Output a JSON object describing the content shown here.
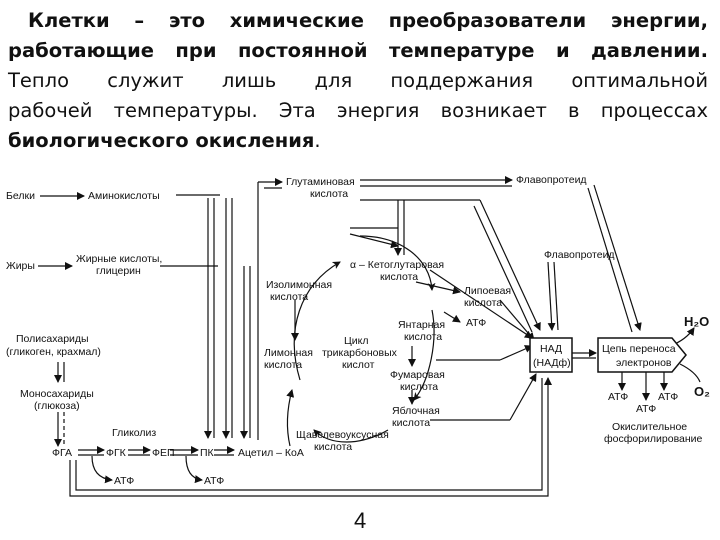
{
  "paragraph": {
    "line1": "Клетки – это химические преобразователи энергии,",
    "line2": "работающие при постоянной температуре и давлении.",
    "line3": "Тепло служит лишь для поддержания оптимальной",
    "line4": "рабочей температуры. Эта энергия возникает в процессах",
    "line5a": "биологического окисления",
    "line5b": "."
  },
  "diagram": {
    "belki": "Белки",
    "aminokisloty": "Аминокислоты",
    "zhiry": "Жиры",
    "zhirnye1": "Жирные кислоты,",
    "zhirnye2": "глицерин",
    "polisaharidy1": "Полисахариды",
    "polisaharidy2": "(гликоген, крахмал)",
    "monosaharidy1": "Моносахариды",
    "monosaharidy2": "(глюкоза)",
    "glikoliz": "Гликолиз",
    "fga": "ФГА",
    "fgk": "ФГК",
    "fep": "ФЕП",
    "pk": "ПК",
    "acetil": "Ацетил – КоА",
    "atf": "АТФ",
    "glutamin1": "Глутаминовая",
    "glutamin2": "кислота",
    "flavo1": "Флавопротеид",
    "flavo2": "Флавопротеид",
    "ketoglut1": "α – Кетоглутаровая",
    "ketoglut2": "кислота",
    "izolimon1": "Изолимонная",
    "izolimon2": "кислота",
    "lipoev1": "Липоевая",
    "lipoev2": "кислота",
    "yantar1": "Янтарная",
    "yantar2": "кислота",
    "limon1": "Лимонная",
    "limon2": "кислота",
    "cycle1": "Цикл",
    "cycle2": "трикарбоновых",
    "cycle3": "кислот",
    "fumar1": "Фумаровая",
    "fumar2": "кислота",
    "yabloch1": "Яблочная",
    "yabloch2": "кислота",
    "shavel1": "Щавелевоуксусная",
    "shavel2": "кислота",
    "nad1": "НАД",
    "nad2": "(НАДф)",
    "chain1": "Цепь переноса",
    "chain2": "электронов",
    "h2o": "H₂O",
    "o2": "O₂",
    "ox1": "Окислительное",
    "ox2": "фосфорилирование"
  },
  "page_number": "4"
}
